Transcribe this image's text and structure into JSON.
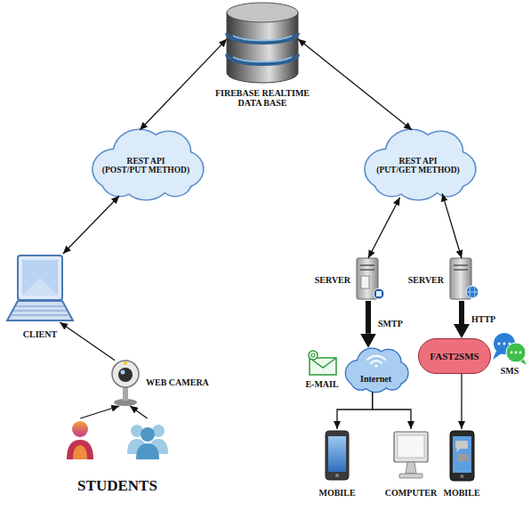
{
  "diagram": {
    "nodes": [
      {
        "text": [
          "FIREBASE REALTIME DATA BASE"
        ]
      },
      {
        "text": [
          "REST API",
          "(POST/PUT METHOD)"
        ]
      },
      {
        "text": [
          "REST API",
          "(PUT/GET METHOD)"
        ]
      },
      {
        "text": [
          "CLIENT"
        ]
      },
      {
        "text": [
          "SERVER"
        ]
      },
      {
        "text": [
          "SERVER"
        ]
      },
      {
        "text": [
          "E-MAIL"
        ]
      },
      {
        "text": [
          "Internet"
        ]
      },
      {
        "text": [
          "FAST2SMS"
        ]
      },
      {
        "text": [
          "SMS"
        ]
      },
      {
        "text": [
          "WEB CAMERA"
        ]
      },
      {
        "text": [
          "MOBILE"
        ]
      },
      {
        "text": [
          "COMPUTER"
        ]
      },
      {
        "text": [
          "MOBILE"
        ]
      },
      {
        "text": [
          "STUDENTS"
        ]
      }
    ],
    "edges": [
      {
        "from": 0,
        "to": 1,
        "arrow": "both"
      },
      {
        "from": 0,
        "to": 2,
        "arrow": "both"
      },
      {
        "from": 1,
        "to": 3,
        "arrow": "both"
      },
      {
        "from": 10,
        "to": 3,
        "arrow": "to"
      },
      {
        "from": 14,
        "to": 10,
        "arrow": "to"
      },
      {
        "from": 14,
        "to": 10,
        "arrow": "to"
      },
      {
        "from": 2,
        "to": 4,
        "arrow": "both"
      },
      {
        "from": 2,
        "to": 5,
        "arrow": "both"
      },
      {
        "from": 4,
        "to": 7,
        "label": "SMTP",
        "arrow": "to"
      },
      {
        "from": 5,
        "to": 8,
        "label": "HTTP",
        "arrow": "to"
      },
      {
        "from": 7,
        "to": 11,
        "arrow": "to"
      },
      {
        "from": 7,
        "to": 12,
        "arrow": "to"
      },
      {
        "from": 8,
        "to": 13,
        "arrow": "to"
      }
    ]
  }
}
